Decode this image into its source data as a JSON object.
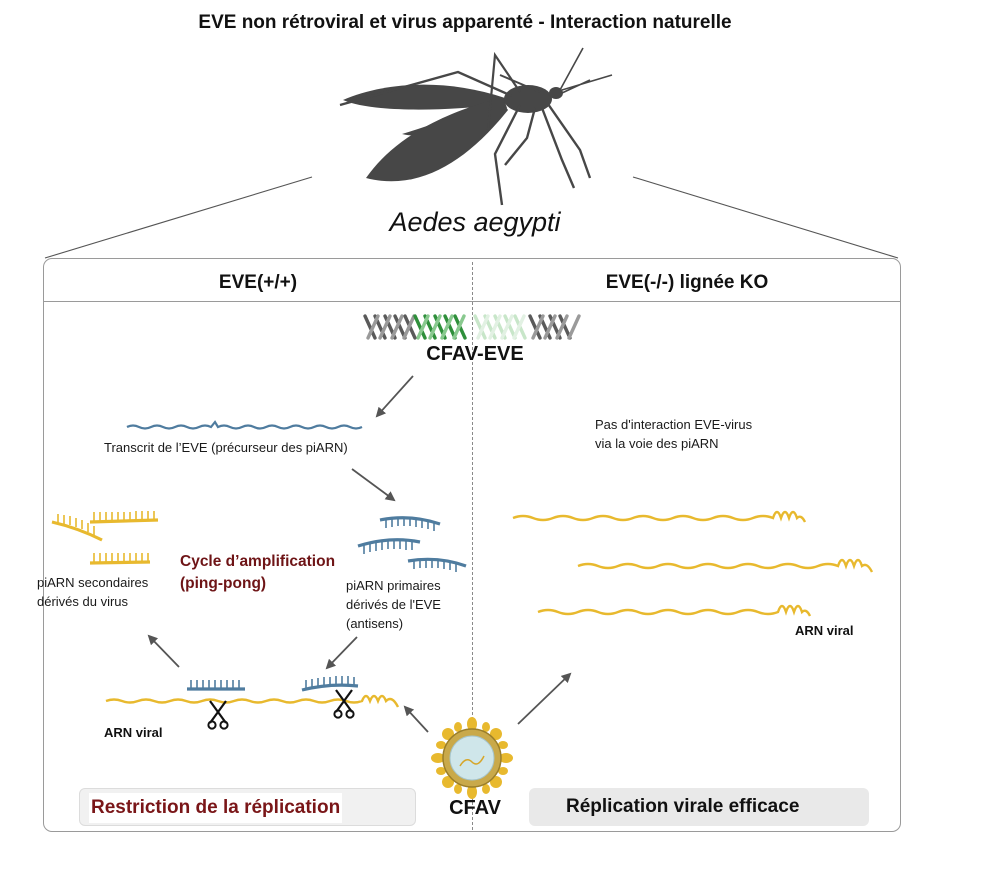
{
  "title": "EVE non rétroviral et virus apparenté - Interaction naturelle",
  "species": "Aedes aegypti",
  "columns": {
    "left": "EVE(+/+)",
    "right": "EVE(-/-) lignée KO"
  },
  "eve_label": "CFAV-EVE",
  "transcript_label": "Transcrit de l’EVE (précurseur des piARN)",
  "no_interaction_label": [
    "Pas d'interaction EVE-virus",
    "via la voie des piARN"
  ],
  "primary_pirna_label": [
    "piARN primaires",
    "dérivés de l'EVE",
    "(antisens)"
  ],
  "secondary_pirna_label": [
    "piARN secondaires",
    "dérivés du virus"
  ],
  "cycle_label": [
    "Cycle d’amplification",
    "(ping-pong)"
  ],
  "viral_rna_left": "ARN viral",
  "viral_rna_right": "ARN viral",
  "banner_left": "Restriction de la réplication",
  "banner_right": "Réplication virale efficace",
  "virus_label": "CFAV",
  "colors": {
    "mosquito": "#474747",
    "viral_rna": "#e8b92e",
    "pirna": "#4f7c9f",
    "helix_green": "#3ea34a",
    "restriction_text": "#7a1618"
  }
}
